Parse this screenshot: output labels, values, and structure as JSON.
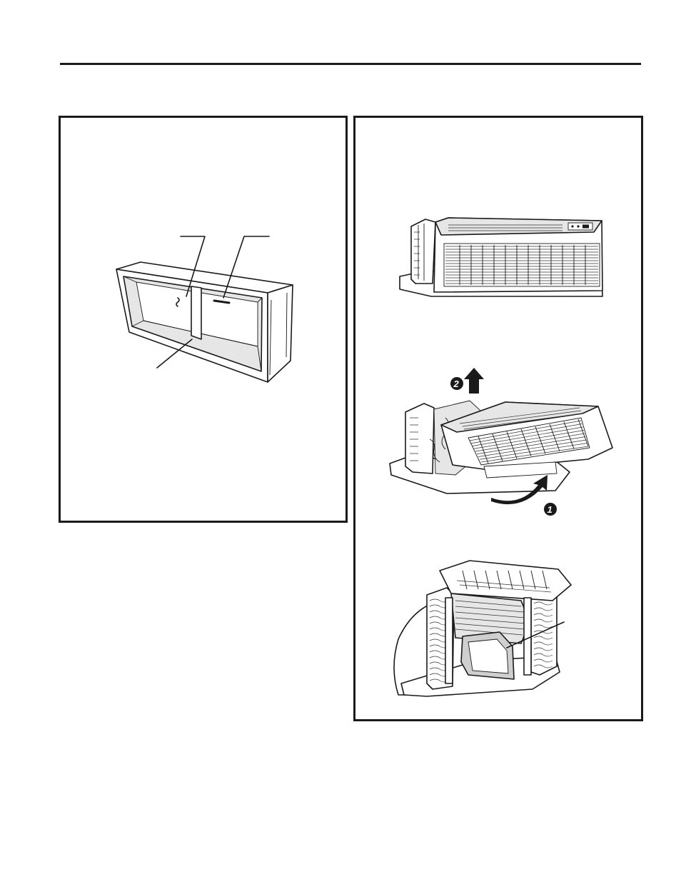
{
  "figures": {
    "left_panel": {
      "illustration": "wall-sleeve"
    },
    "right_panel": {
      "steps": [
        {
          "id": "step-1-badge",
          "number": "1"
        },
        {
          "id": "step-2-badge",
          "number": "2"
        }
      ],
      "illustrations": [
        "ptac-unit-assembled",
        "front-cover-removal",
        "unit-interior-chassis"
      ]
    }
  }
}
